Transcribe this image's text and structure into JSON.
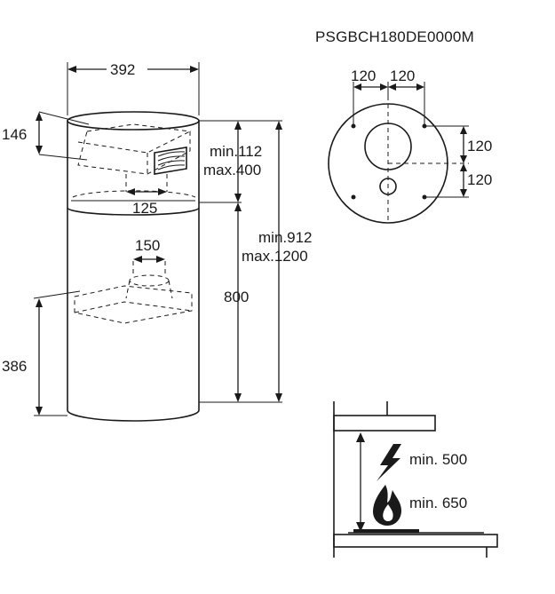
{
  "model_code": "PSGBCH180DE0000M",
  "hood_dimensions": {
    "diameter": "392",
    "duct_block_height": "146",
    "duct_width": "125",
    "outlet_width": "150",
    "outlet_height_from_bottom": "386",
    "chimney_min": "min.112",
    "chimney_max": "max.400",
    "body_height": "800",
    "total_min": "min.912",
    "total_max": "max.1200"
  },
  "mounting_plate": {
    "spacing_left": "120",
    "spacing_right": "120",
    "spacing_upper": "120",
    "spacing_lower": "120"
  },
  "clearance": {
    "electric_min": "min. 500",
    "gas_min": "min. 650",
    "icons": [
      "lightning-icon",
      "flame-icon"
    ]
  }
}
